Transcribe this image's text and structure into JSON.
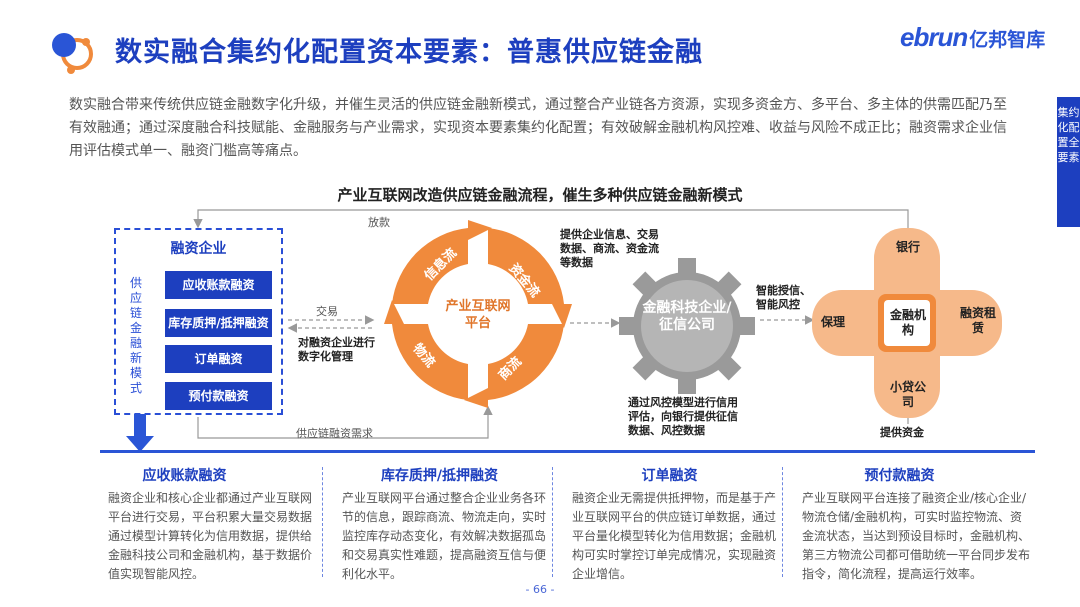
{
  "header": {
    "title": "数实融合集约化配置资本要素：普惠供应链金融",
    "brand_en": "ebrun",
    "brand_cn": "亿邦智库"
  },
  "side_tab": "集约化配置全要素",
  "intro": "数实融合带来传统供应链金融数字化升级，并催生灵活的供应链金融新模式，通过整合产业链各方资源，实现多资金方、多平台、多主体的供需匹配乃至有效融通；通过深度融合科技赋能、金融服务与产业需求，实现资本要素集约化配置；有效破解金融机构风控难、收益与风险不成正比；融资需求企业信用评估模式单一、融资门槛高等痛点。",
  "diagram": {
    "title": "产业互联网改造供应链金融流程，催生多种供应链金融新模式",
    "left_box": {
      "title": "融资企业",
      "vertical_label": "供应链金融新模式",
      "buttons": [
        "应收账款融资",
        "库存质押/抵押融资",
        "订单融资",
        "预付款融资"
      ]
    },
    "labels": {
      "loan": "放款",
      "trade": "交易",
      "digitize": "对融资企业进行数字化管理",
      "demand": "供应链融资需求",
      "provide_info": "提供企业信息、交易数据、商流、资金流等数据",
      "smart_credit": "智能授信、智能风控",
      "risk_model": "通过风控模型进行信用评估，向银行提供征信数据、风控数据",
      "provide_funds": "提供资金"
    },
    "cycle": {
      "center": "产业互联网平台",
      "segments": [
        "信息流",
        "资金流",
        "商流",
        "物流"
      ]
    },
    "gear": "金融科技企业/征信公司",
    "cross": {
      "top": "银行",
      "left": "保理",
      "right": "融资租赁",
      "bottom": "小贷公司",
      "center": "金融机构"
    }
  },
  "columns": [
    {
      "title": "应收账款融资",
      "text": "融资企业和核心企业都通过产业互联网平台进行交易，平台积累大量交易数据通过模型计算转化为信用数据，提供给金融科技公司和金融机构，基于数据价值实现智能风控。"
    },
    {
      "title": "库存质押/抵押融资",
      "text": "产业互联网平台通过整合企业业务各环节的信息，跟踪商流、物流走向，实时监控库存动态变化，有效解决数据孤岛和交易真实性难题，提高融资互信与便利化水平。"
    },
    {
      "title": "订单融资",
      "text": "融资企业无需提供抵押物，而是基于产业互联网平台的供应链订单数据，通过平台量化模型转化为信用数据；金融机构可实时掌控订单完成情况，实现融资企业增信。"
    },
    {
      "title": "预付款融资",
      "text": "产业互联网平台连接了融资企业/核心企业/物流仓储/金融机构，可实时监控物流、资金流状态，当达到预设目标时，金融机构、第三方物流公司都可借助统一平台同步发布指令，简化流程，提高运行效率。"
    }
  ],
  "page_number": "- 66 -",
  "colors": {
    "primary_blue": "#1d3fbf",
    "accent_blue": "#2a55d6",
    "orange": "#f08a3c",
    "light_orange": "#f6b98a",
    "gear_gray": "#9a9a9a"
  }
}
